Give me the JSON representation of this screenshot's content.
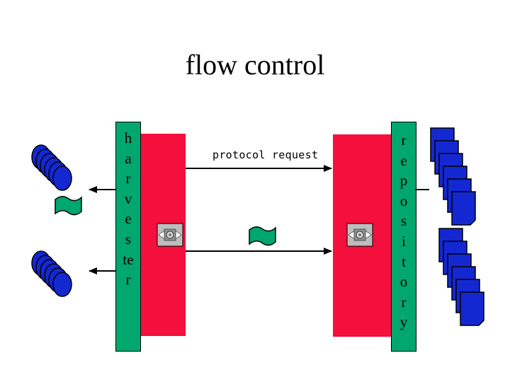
{
  "title": "flow control",
  "harvester": {
    "letters": [
      "h",
      "a",
      "r",
      "v",
      "e",
      "s",
      "te",
      "r"
    ]
  },
  "repository": {
    "letters": [
      "r",
      "e",
      "p",
      "o",
      "s",
      "i",
      "t",
      "o",
      "r",
      "y"
    ]
  },
  "arrow_label": "protocol request",
  "colors": {
    "green_bar": "#00a76f",
    "red_bar": "#f50f3c",
    "stack_blue": "#1428d2",
    "flag_green": "#00a76f"
  },
  "icons": {
    "disk_stacks": "disk-stack-icon",
    "document_stacks": "document-stack-icon",
    "flags": "flag-icon",
    "connectors": "connector-icon"
  }
}
